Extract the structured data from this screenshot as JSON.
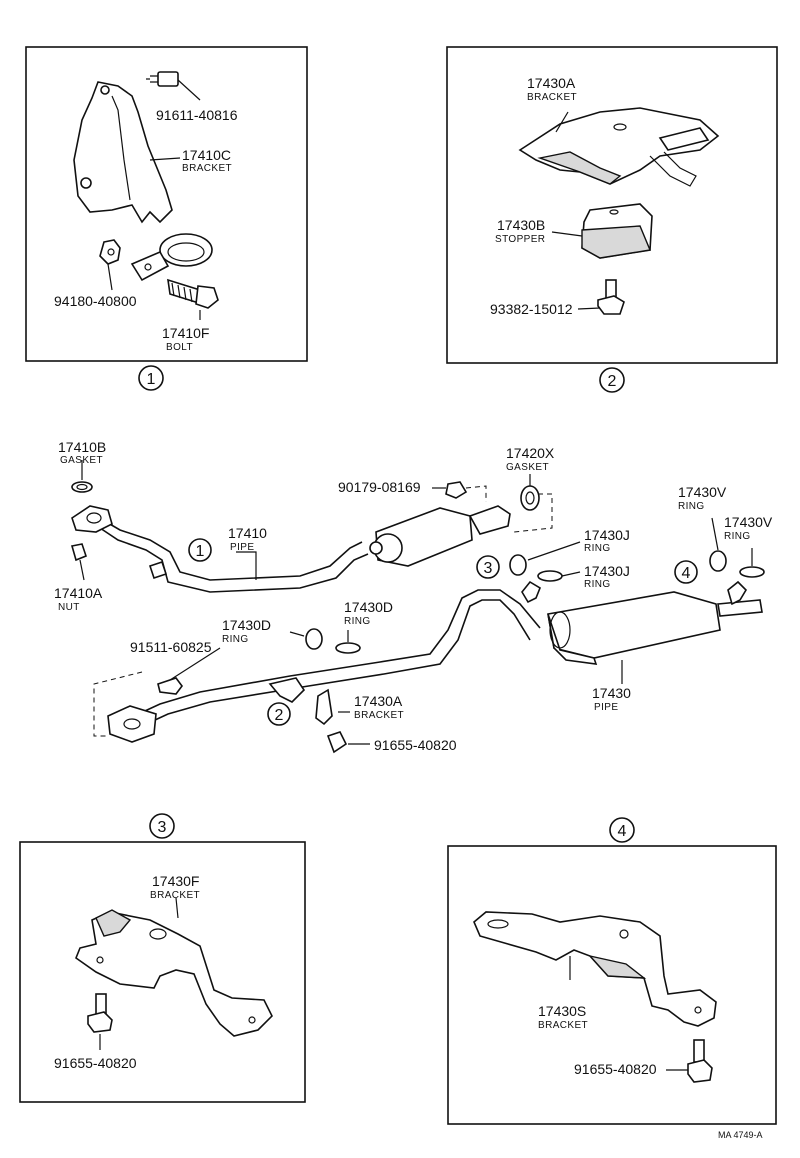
{
  "diagram_id": "MA 4749-A",
  "detail_markers": {
    "d1": "1",
    "d2": "2",
    "d3": "3",
    "d4": "4"
  },
  "detail1": {
    "bolt_top": "91611-40816",
    "bracket_no": "17410C",
    "bracket_name": "BRACKET",
    "nut": "94180-40800",
    "bolt_no": "17410F",
    "bolt_name": "BOLT"
  },
  "detail2": {
    "bracket_no": "17430A",
    "bracket_name": "BRACKET",
    "stopper_no": "17430B",
    "stopper_name": "STOPPER",
    "bolt": "93382-15012"
  },
  "main": {
    "gasket1_no": "17410B",
    "gasket1_name": "GASKET",
    "nut_no": "17410A",
    "nut_name": "NUT",
    "pipe1_no": "17410",
    "pipe1_name": "PIPE",
    "nut2": "90179-08169",
    "gasket2_no": "17420X",
    "gasket2_name": "GASKET",
    "ringJ1_no": "17430J",
    "ringJ1_name": "RING",
    "ringJ2_no": "17430J",
    "ringJ2_name": "RING",
    "ringV1_no": "17430V",
    "ringV1_name": "RING",
    "ringV2_no": "17430V",
    "ringV2_name": "RING",
    "ringD1_no": "17430D",
    "ringD1_name": "RING",
    "ringD2_no": "17430D",
    "ringD2_name": "RING",
    "bolt1": "91511-60825",
    "bracket_no": "17430A",
    "bracket_name": "BRACKET",
    "bolt2": "91655-40820",
    "pipe2_no": "17430",
    "pipe2_name": "PIPE"
  },
  "detail3": {
    "bracket_no": "17430F",
    "bracket_name": "BRACKET",
    "bolt": "91655-40820"
  },
  "detail4": {
    "bracket_no": "17430S",
    "bracket_name": "BRACKET",
    "bolt": "91655-40820"
  }
}
